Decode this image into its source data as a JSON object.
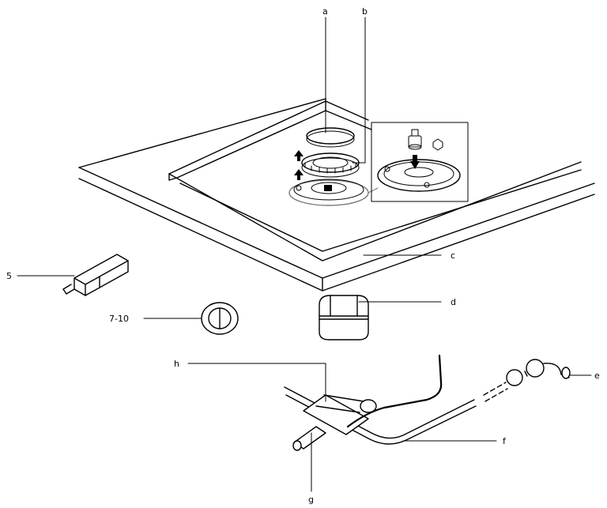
{
  "labels": {
    "a": "a",
    "b": "b",
    "c": "c",
    "d": "d",
    "e": "e",
    "f": "f",
    "g": "g",
    "h": "h",
    "n5": "5",
    "n7_10": "7-10"
  },
  "colors": {
    "ink": "#000000",
    "background": "#ffffff",
    "grey_line": "#7a7a7a"
  }
}
